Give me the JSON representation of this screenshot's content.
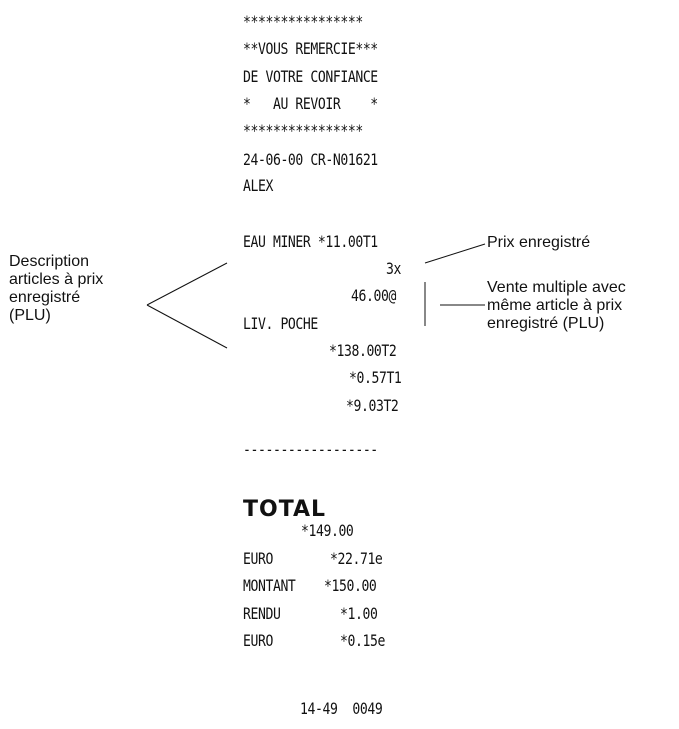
{
  "receipt": {
    "stars_top": "****************",
    "thanks": "**VOUS REMERCIE***",
    "confidence": "DE VOTRE CONFIANCE",
    "goodbye": "*   AU REVOIR    *",
    "stars_bottom": "****************",
    "date_line": "24-06-00 CR-N01621",
    "clerk": "ALEX",
    "item1_line": "EAU MINER *11.00T1",
    "qty_line": "3x",
    "price_at_line": "46.00@",
    "item2_name": "LIV. POCHE",
    "item2_amount": "*138.00T2",
    "tax1": "*0.57T1",
    "tax2": "*9.03T2",
    "separator": "------------------",
    "total_label": "TOTAL",
    "total_amount": "*149.00",
    "euro1_label": "EURO",
    "euro1_amount": "*22.71e",
    "montant_label": "MONTANT",
    "montant_amount": "*150.00",
    "rendu_label": "RENDU",
    "rendu_amount": "*1.00",
    "euro2_label": "EURO",
    "euro2_amount": "*0.15e",
    "footer": "14-49  0049"
  },
  "annotations": {
    "left_label": "Description\narticles à prix\nenregistré\n(PLU)",
    "prix_label": "Prix enregistré",
    "vente_label": "Vente multiple avec\nmême article à prix\nenregistré (PLU)"
  }
}
